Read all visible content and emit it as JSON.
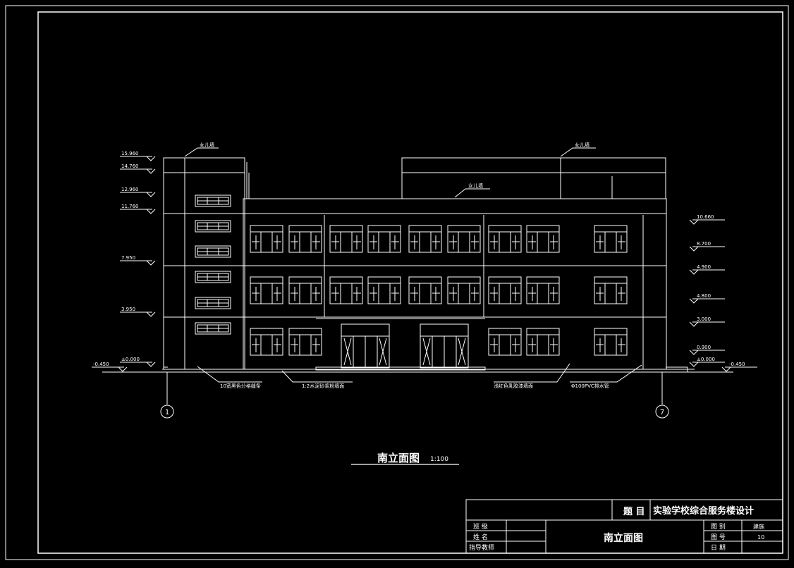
{
  "drawing": {
    "title": "南立面图",
    "scale": "1:100"
  },
  "callouts": {
    "parapet_left": "女儿墙",
    "parapet_mid": "女儿墙",
    "parapet_right": "女儿墙",
    "bottom_1": "10宽黑色分格缝条",
    "bottom_2": "1:2水泥砂浆粉墙面",
    "bottom_3": "浅红色乳胶漆墙面",
    "bottom_4": "Φ100PVC排水管"
  },
  "axes": {
    "left": "1",
    "right": "7"
  },
  "elevations_left": [
    "15.960",
    "14.760",
    "12.960",
    "11.760",
    "7.950",
    "3.950",
    "±0.000",
    "-0.450"
  ],
  "elevations_right": [
    "10.660",
    "8.700",
    "4.900",
    "4.800",
    "3.000",
    "0.900",
    "±0.000",
    "-0.450"
  ],
  "title_block": {
    "topic_label": "题 目",
    "topic_value": "实验学校综合服务楼设计",
    "class_label": "班 级",
    "name_label": "姓 名",
    "advisor_label": "指导教师",
    "sheet_name": "南立面图",
    "category_label": "图 别",
    "category_value": "建施",
    "number_label": "图 号",
    "number_value": "10",
    "date_label": "日 期"
  }
}
